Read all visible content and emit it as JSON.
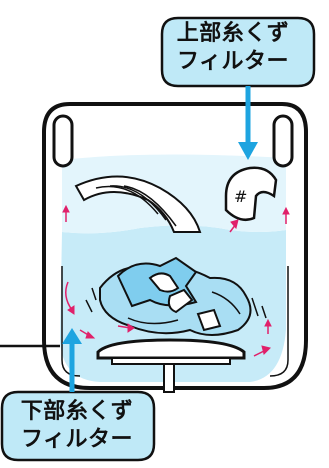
{
  "callouts": {
    "upper_filter": {
      "line1": "上部糸くず",
      "line2": "フィルター"
    },
    "lower_filter": {
      "line1": "下部糸くず",
      "line2": "フィルター"
    }
  },
  "filter_symbol": "#",
  "colors": {
    "callout_fill": "#bfe9f7",
    "water": "#c7ebf8",
    "water_light": "#e3f5fc",
    "outline": "#111111",
    "pointer_blue": "#1ea4e0",
    "flow_arrows": "#e0206a"
  }
}
